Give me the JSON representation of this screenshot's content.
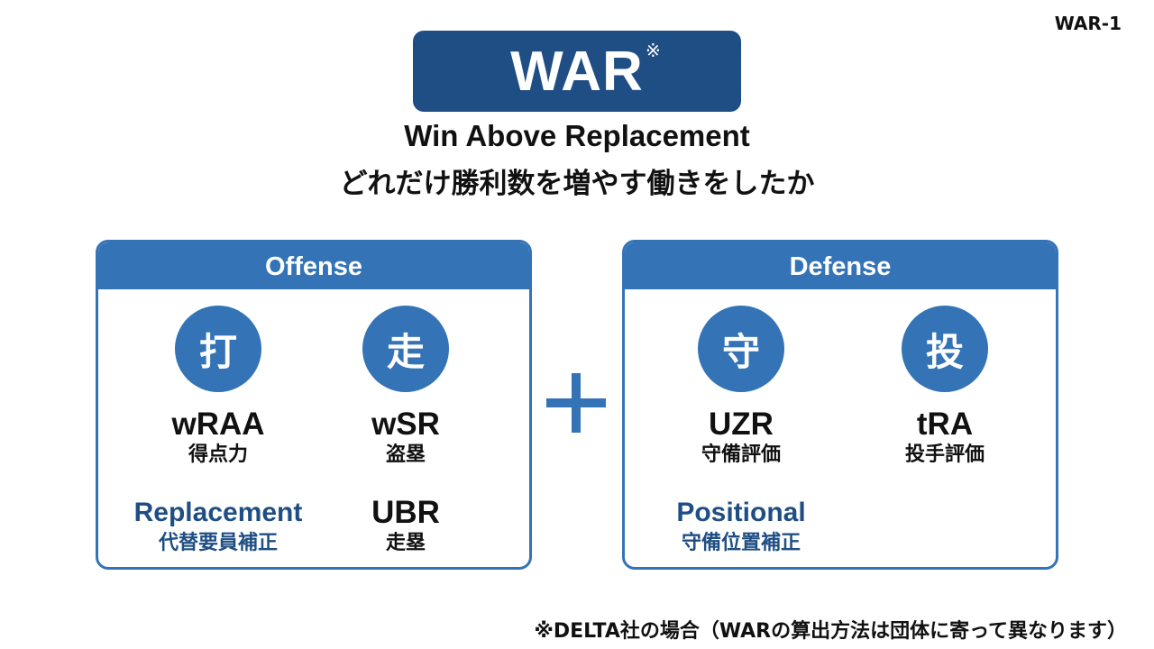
{
  "slide_id": "WAR-1",
  "title": "WAR",
  "title_mark": "※",
  "subtitle_en": "Win Above Replacement",
  "subtitle_ja": "どれだけ勝利数を増やす働きをしたか",
  "offense": {
    "header": "Offense",
    "circles": [
      "打",
      "走"
    ],
    "metrics": [
      {
        "abbr": "wRAA",
        "desc": "得点力"
      },
      {
        "abbr": "wSR",
        "desc": "盗塁"
      },
      {
        "abbr": "Replacement",
        "desc": "代替要員補正"
      },
      {
        "abbr": "UBR",
        "desc": "走塁"
      }
    ]
  },
  "defense": {
    "header": "Defense",
    "circles": [
      "守",
      "投"
    ],
    "metrics": [
      {
        "abbr": "UZR",
        "desc": "守備評価"
      },
      {
        "abbr": "tRA",
        "desc": "投手評価"
      },
      {
        "abbr": "Positional",
        "desc": "守備位置補正"
      }
    ]
  },
  "footnote": "※DELTA社の場合（WARの算出方法は団体に寄って異なります）",
  "colors": {
    "title_bg": "#1f4e84",
    "accent": "#3474b6",
    "correction_text": "#1f4e84"
  },
  "icons": {
    "plus": "plus-icon"
  }
}
